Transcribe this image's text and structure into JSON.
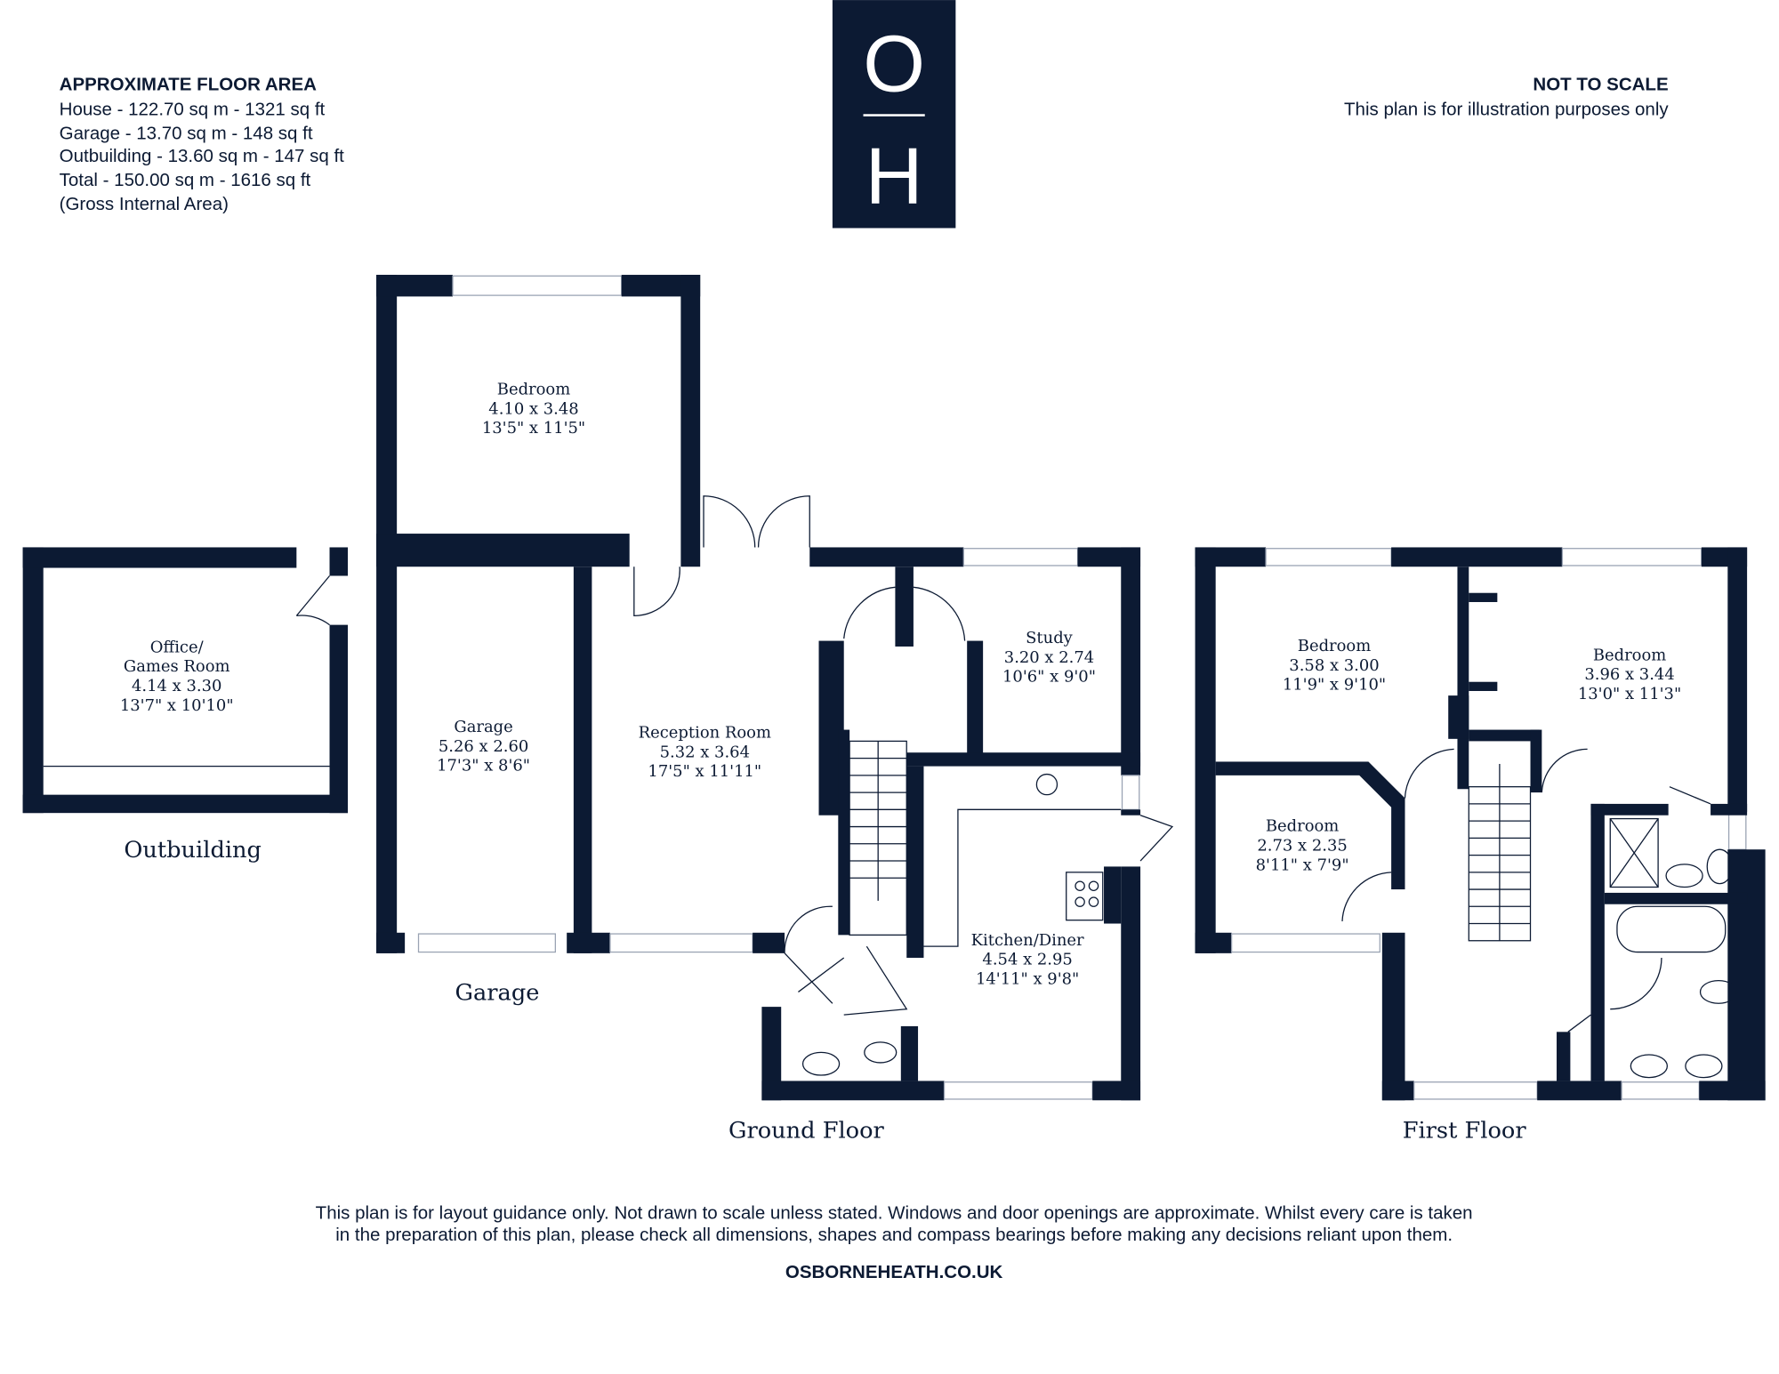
{
  "area_summary": {
    "title": "APPROXIMATE FLOOR AREA",
    "lines": [
      "House - 122.70 sq m - 1321 sq ft",
      "Garage - 13.70 sq m - 148 sq ft",
      "Outbuilding - 13.60 sq m - 147 sq ft",
      "Total - 150.00 sq m - 1616 sq ft",
      "(Gross Internal Area)"
    ]
  },
  "scale_note": {
    "title": "NOT TO SCALE",
    "subtitle": "This plan is for illustration purposes only"
  },
  "logo": {
    "top": "O",
    "bottom": "H"
  },
  "rooms": {
    "outbuilding_office": {
      "name1": "Office/",
      "name2": "Games Room",
      "metric": "4.14 x 3.30",
      "imperial": "13'7\" x 10'10\""
    },
    "bedroom_ground": {
      "name": "Bedroom",
      "metric": "4.10 x 3.48",
      "imperial": "13'5\" x 11'5\""
    },
    "garage": {
      "name": "Garage",
      "metric": "5.26 x 2.60",
      "imperial": "17'3\" x 8'6\""
    },
    "reception": {
      "name": "Reception Room",
      "metric": "5.32 x 3.64",
      "imperial": "17'5\" x 11'11\""
    },
    "study": {
      "name": "Study",
      "metric": "3.20 x 2.74",
      "imperial": "10'6\" x 9'0\""
    },
    "kitchen": {
      "name": "Kitchen/Diner",
      "metric": "4.54 x 2.95",
      "imperial": "14'11\" x 9'8\""
    },
    "bedroom_ff1": {
      "name": "Bedroom",
      "metric": "3.58 x 3.00",
      "imperial": "11'9\" x 9'10\""
    },
    "bedroom_ff2": {
      "name": "Bedroom",
      "metric": "3.96 x 3.44",
      "imperial": "13'0\" x 11'3\""
    },
    "bedroom_ff3": {
      "name": "Bedroom",
      "metric": "2.73 x 2.35",
      "imperial": "8'11\" x 7'9\""
    }
  },
  "floor_labels": {
    "outbuilding": "Outbuilding",
    "garage": "Garage",
    "ground": "Ground Floor",
    "first": "First Floor"
  },
  "disclaimer": {
    "line1": "This plan is for layout guidance only. Not drawn to scale unless stated. Windows and door openings are approximate. Whilst every care is taken",
    "line2": "in the preparation of this plan, please check all dimensions, shapes and compass bearings before making any decisions reliant upon them."
  },
  "website": "OSBORNEHEATH.CO.UK",
  "colors": {
    "wall": "#0c1a33",
    "background": "#ffffff"
  }
}
